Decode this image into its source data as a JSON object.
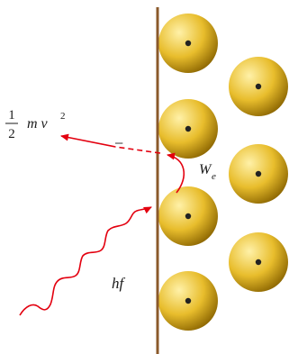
{
  "labels": {
    "kinetic_frac_num": "1",
    "kinetic_frac_den": "2",
    "kinetic_rest": "m v",
    "kinetic_exp": "2",
    "minus_sign": "−",
    "work_W": "W",
    "work_sub": "e",
    "photon_energy": "hf"
  },
  "atoms": [
    {
      "column": "left"
    },
    {
      "column": "left"
    },
    {
      "column": "left"
    },
    {
      "column": "left"
    },
    {
      "column": "right"
    },
    {
      "column": "right"
    },
    {
      "column": "right"
    }
  ],
  "colors": {
    "surface_line": "#8b5a2b",
    "atom_highlight": "#fff1a8",
    "atom_mid": "#e8bd2c",
    "atom_dark": "#8a6400",
    "atom_core": "#222222",
    "photon": "#e3000f",
    "electron_arrow": "#e3000f"
  },
  "icons": {
    "photon": "wavy-arrow",
    "electron": "straight-arrow",
    "work_function": "curved-arrow"
  }
}
